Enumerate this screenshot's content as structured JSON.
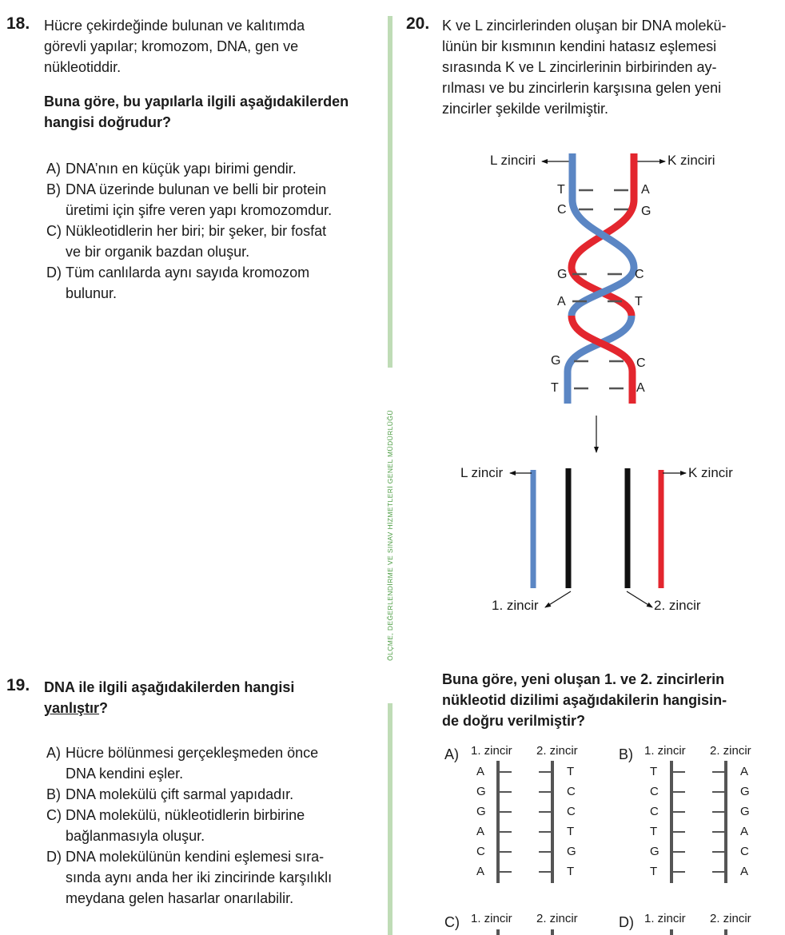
{
  "colors": {
    "blue": "#5b86c4",
    "red": "#e3262e",
    "black": "#111111",
    "divider": "#bfdcb6",
    "sidetext": "#4f9e46"
  },
  "side_text": "ÖLÇME, DEĞERLENDİRME VE SINAV HİZMETLERİ GENEL MÜDÜRLÜĞÜ",
  "q18": {
    "number": "18.",
    "lines": [
      "Hücre çekirdeğinde bulunan ve kalıtımda",
      "görevli yapılar; kromozom, DNA, gen ve",
      "nükleotiddir."
    ],
    "question": [
      "Buna göre, bu yapılarla ilgili aşağıdakilerden",
      "hangisi doğrudur?"
    ],
    "options": [
      {
        "letter": "A)",
        "lines": [
          "DNA’nın en küçük yapı birimi gendir."
        ]
      },
      {
        "letter": "B)",
        "lines": [
          "DNA üzerinde bulunan ve belli bir protein",
          "üretimi için şifre veren yapı kromozomdur."
        ]
      },
      {
        "letter": "C)",
        "lines": [
          "Nükleotidlerin her biri; bir şeker, bir fosfat",
          "ve bir organik bazdan oluşur."
        ]
      },
      {
        "letter": "D)",
        "lines": [
          "Tüm canlılarda aynı sayıda kromozom",
          "bulunur."
        ]
      }
    ]
  },
  "q19": {
    "number": "19.",
    "question_line1": "DNA ile ilgili aşağıdakilerden hangisi",
    "question_underlined": "yanlıştır",
    "question_end": "?",
    "options": [
      {
        "letter": "A)",
        "lines": [
          "Hücre bölünmesi gerçekleşmeden önce",
          "DNA kendini eşler."
        ]
      },
      {
        "letter": "B)",
        "lines": [
          "DNA molekülü çift sarmal yapıdadır."
        ]
      },
      {
        "letter": "C)",
        "lines": [
          "DNA molekülü, nükleotidlerin birbirine",
          "bağlanmasıyla oluşur."
        ]
      },
      {
        "letter": "D)",
        "lines": [
          "DNA molekülünün kendini eşlemesi sıra-",
          "sında aynı anda her iki zincirinde karşılıklı",
          "meydana gelen hasarlar onarılabilir."
        ]
      }
    ]
  },
  "q20": {
    "number": "20.",
    "lines": [
      "K ve L zincirlerinden oluşan bir DNA molekü-",
      "lünün bir kısmının kendini hatasız eşlemesi",
      "sırasında K ve L zincirlerinin birbirinden ay-",
      "rılması ve bu zincirlerin karşısına gelen yeni",
      "zincirler şekilde verilmiştir."
    ],
    "helix": {
      "label_left": "L zinciri",
      "label_right": "K zinciri",
      "pairs": [
        {
          "left": "T",
          "right": "A"
        },
        {
          "left": "C",
          "right": "G"
        },
        {
          "left": "G",
          "right": "C"
        },
        {
          "left": "A",
          "right": "T"
        },
        {
          "left": "G",
          "right": "C"
        },
        {
          "left": "T",
          "right": "A"
        }
      ]
    },
    "separated": {
      "label_left": "L zincir",
      "label_right": "K zincir",
      "new1": "1. zincir",
      "new2": "2. zincir"
    },
    "question": [
      "Buna göre, yeni oluşan 1. ve 2. zincirlerin",
      "nükleotid dizilimi aşağıdakilerin hangisin-",
      "de doğru verilmiştir?"
    ],
    "options": [
      {
        "letter": "A)",
        "h1": "1. zincir",
        "h2": "2. zincir",
        "s1": [
          "A",
          "G",
          "G",
          "A",
          "C",
          "A"
        ],
        "s2": [
          "T",
          "C",
          "C",
          "T",
          "G",
          "T"
        ]
      },
      {
        "letter": "B)",
        "h1": "1. zincir",
        "h2": "2. zincir",
        "s1": [
          "T",
          "C",
          "C",
          "T",
          "G",
          "T"
        ],
        "s2": [
          "A",
          "G",
          "G",
          "A",
          "C",
          "A"
        ]
      },
      {
        "letter": "C)",
        "h1": "1. zincir",
        "h2": "2. zincir"
      },
      {
        "letter": "D)",
        "h1": "1. zincir",
        "h2": "2. zincir"
      }
    ]
  }
}
